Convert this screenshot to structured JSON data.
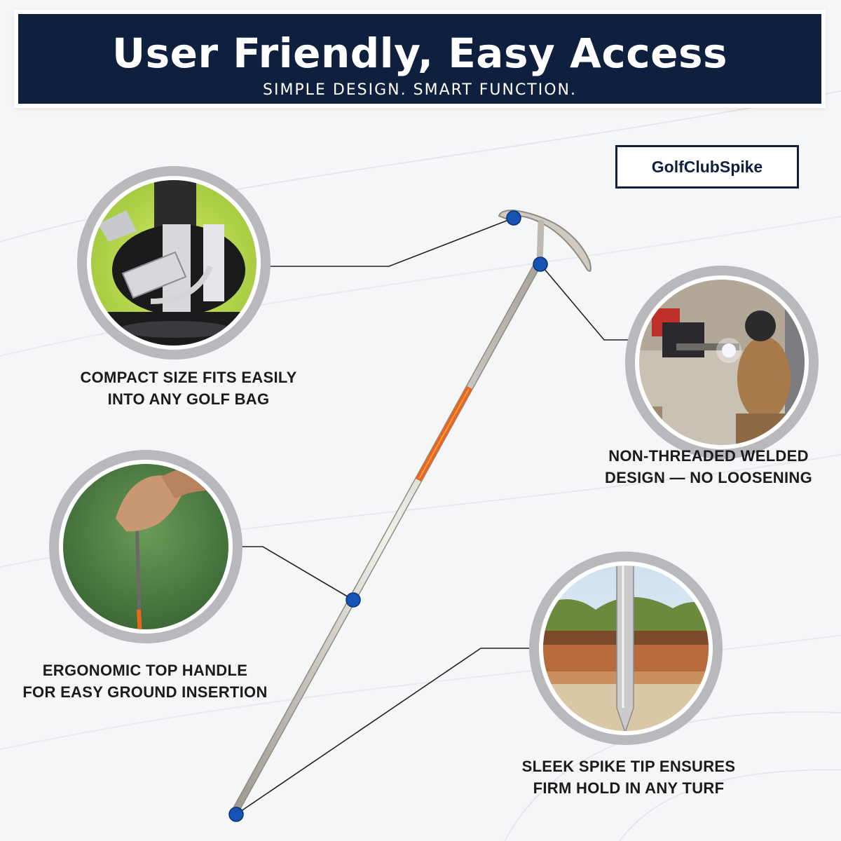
{
  "header": {
    "title": "User Friendly, Easy Access",
    "subtitle": "SIMPLE DESIGN. SMART FUNCTION."
  },
  "brand": {
    "name": "GolfClubSpike"
  },
  "features": [
    {
      "line1": "COMPACT SIZE FITS EASILY",
      "line2": "INTO ANY GOLF BAG",
      "image": "golf-bag-photo"
    },
    {
      "line1": "NON-THREADED WELDED",
      "line2": "DESIGN — NO LOOSENING",
      "image": "welding-photo"
    },
    {
      "line1": "ERGONOMIC TOP HANDLE",
      "line2": "FOR EASY GROUND INSERTION",
      "image": "hand-pulling-spike-photo"
    },
    {
      "line1": "SLEEK SPIKE TIP ENSURES",
      "line2": "FIRM HOLD IN ANY TURF",
      "image": "spike-in-soil-photo"
    }
  ],
  "colors": {
    "navy": "#0f1f3e",
    "callout_dot": "#1553b5",
    "ring": "#b8b9bd",
    "orange_label": "#e9661b",
    "rod": "#d9d7cf"
  }
}
